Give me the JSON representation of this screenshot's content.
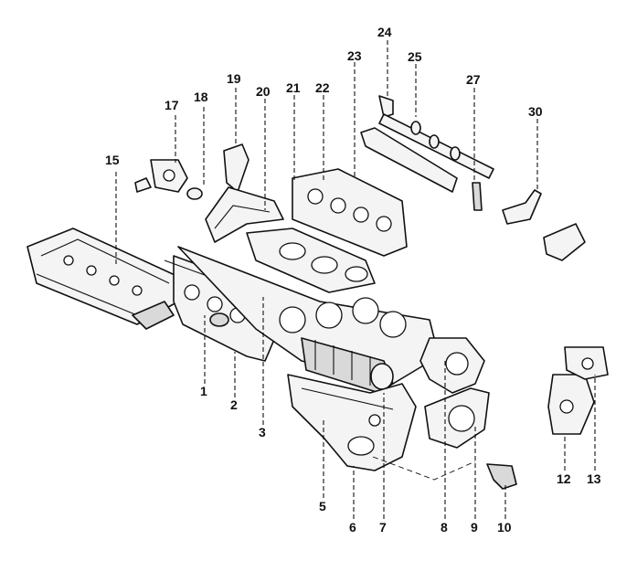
{
  "callouts": {
    "c1": "1",
    "c2": "2",
    "c3": "3",
    "c5": "5",
    "c6": "6",
    "c7": "7",
    "c8": "8",
    "c9": "9",
    "c10": "10",
    "c12": "12",
    "c13": "13",
    "c15": "15",
    "c17": "17",
    "c18": "18",
    "c19": "19",
    "c20": "20",
    "c21": "21",
    "c22": "22",
    "c23": "23",
    "c24": "24",
    "c25": "25",
    "c27": "27",
    "c30": "30"
  }
}
